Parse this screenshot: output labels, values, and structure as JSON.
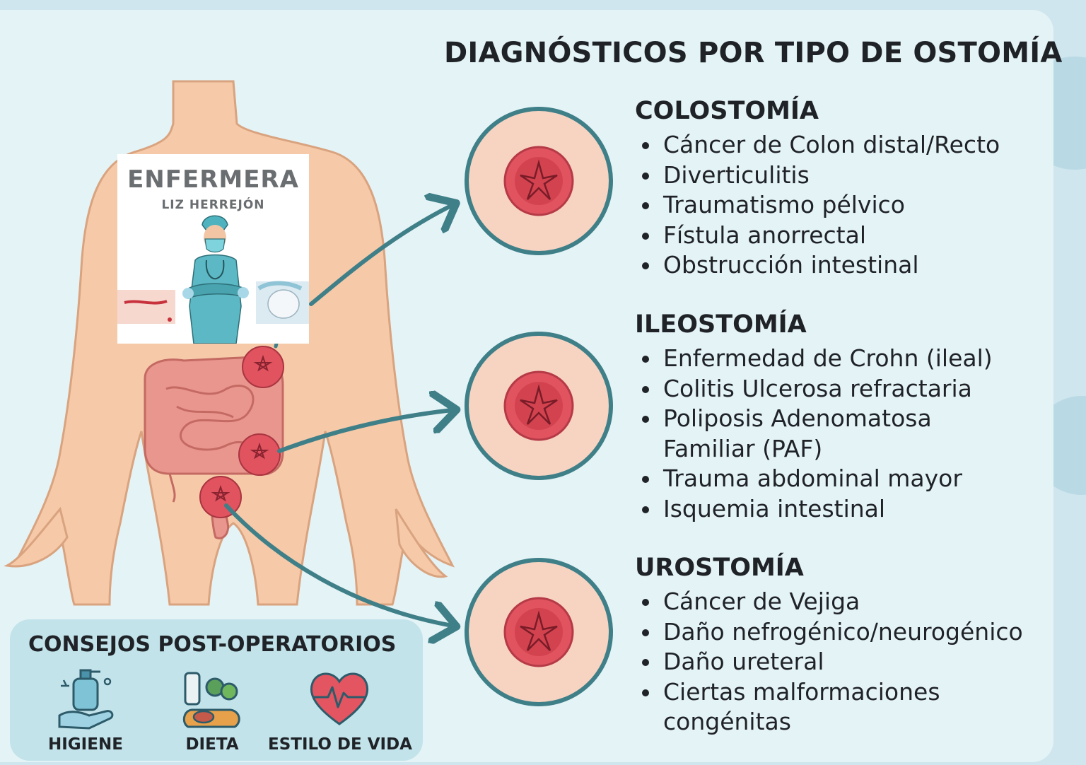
{
  "title": "DIAGNÓSTICOS POR TIPO DE OSTOMÍA",
  "sections": [
    {
      "heading": "COLOSTOMÍA",
      "items": [
        "Cáncer de Colon distal/Recto",
        "Diverticulitis",
        "Traumatismo pélvico",
        "Fístula anorrectal",
        "Obstrucción intestinal"
      ]
    },
    {
      "heading": "ILEOSTOMÍA",
      "items": [
        "Enfermedad de Crohn (ileal)",
        "Colitis Ulcerosa refractaria",
        "Poliposis Adenomatosa\nFamiliar (PAF)",
        "Trauma abdominal mayor",
        "Isquemia intestinal"
      ]
    },
    {
      "heading": "UROSTOMÍA",
      "items": [
        "Cáncer de Vejiga",
        "Daño nefrogénico/neurogénico",
        "Daño ureteral",
        "Ciertas malformaciones\ncongénitas"
      ]
    }
  ],
  "logo": {
    "title": "ENFERMERA",
    "subtitle": "LIZ HERREJÓN"
  },
  "tips": {
    "title": "CONSEJOS POST-OPERATORIOS",
    "items": [
      {
        "label": "HIGIENE",
        "icon": "hand-soap-icon"
      },
      {
        "label": "DIETA",
        "icon": "food-icon"
      },
      {
        "label": "ESTILO DE VIDA",
        "icon": "heartbeat-icon"
      }
    ]
  },
  "colors": {
    "arrow": "#3f7f88",
    "skin": "#f6c9a8",
    "stoma": "#e0535f",
    "panel": "#e4f3f6"
  }
}
